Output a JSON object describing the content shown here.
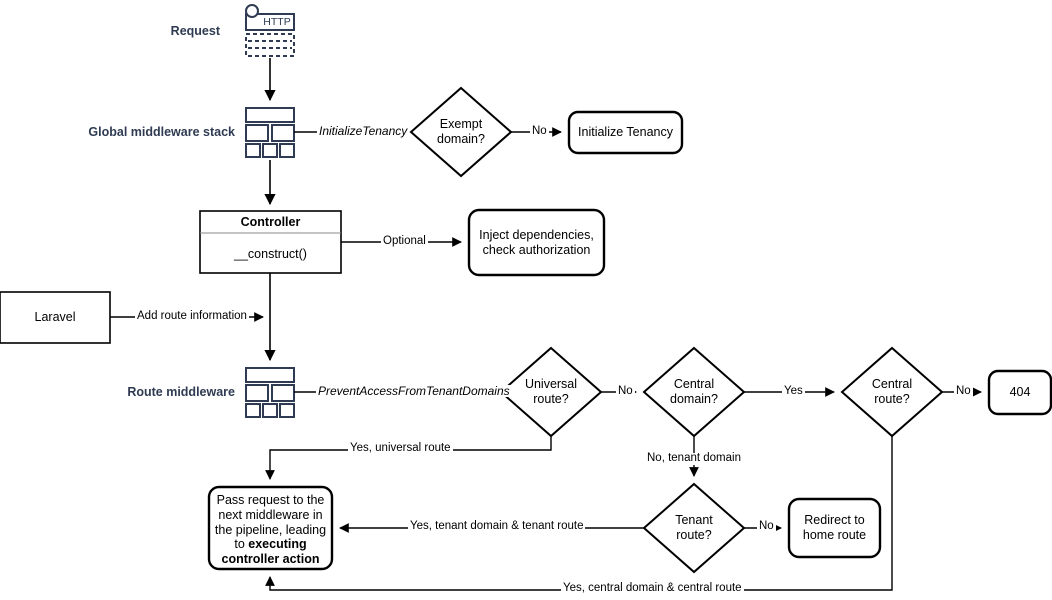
{
  "diagram": {
    "title": "Laravel multi-tenancy request lifecycle flowchart",
    "colors": {
      "stroke": "#000000",
      "lane_label": "#2F3B52",
      "icon_stroke": "#2F3B52",
      "background": "#FFFFFF"
    },
    "lane_labels": [
      {
        "id": "request",
        "text": "Request"
      },
      {
        "id": "global-middleware-stack",
        "text": "Global middleware stack"
      },
      {
        "id": "route-middleware",
        "text": "Route middleware"
      }
    ],
    "nodes": [
      {
        "id": "http-request-icon",
        "kind": "icon",
        "label": "HTTP"
      },
      {
        "id": "global-middleware-icon",
        "kind": "icon",
        "label": ""
      },
      {
        "id": "exempt-domain",
        "kind": "decision",
        "label": "Exempt\ndomain?"
      },
      {
        "id": "initialize-tenancy",
        "kind": "rounded",
        "label": "Initialize Tenancy"
      },
      {
        "id": "controller",
        "kind": "class",
        "title": "Controller",
        "label": "__construct()"
      },
      {
        "id": "inject-dependencies",
        "kind": "rounded",
        "label": "Inject dependencies,\ncheck authorization"
      },
      {
        "id": "laravel",
        "kind": "rect",
        "label": "Laravel"
      },
      {
        "id": "route-middleware-icon",
        "kind": "icon",
        "label": ""
      },
      {
        "id": "universal-route",
        "kind": "decision",
        "label": "Universal\nroute?"
      },
      {
        "id": "central-domain",
        "kind": "decision",
        "label": "Central\ndomain?"
      },
      {
        "id": "central-route",
        "kind": "decision",
        "label": "Central\nroute?"
      },
      {
        "id": "not-found",
        "kind": "rounded",
        "label": "404"
      },
      {
        "id": "tenant-route",
        "kind": "decision",
        "label": "Tenant\nroute?"
      },
      {
        "id": "redirect-home",
        "kind": "rounded",
        "label": "Redirect to\nhome route"
      },
      {
        "id": "pass-request",
        "kind": "rounded",
        "label_part_1": "Pass request to the next middleware in the pipeline, leading to ",
        "label_part_2": "executing controller action"
      }
    ],
    "edges": [
      {
        "id": "edge-request-to-global",
        "label": ""
      },
      {
        "id": "edge-global-to-exempt",
        "label": "InitializeTenancy",
        "style": "italic"
      },
      {
        "id": "edge-exempt-to-initialize",
        "label": "No"
      },
      {
        "id": "edge-global-to-controller",
        "label": ""
      },
      {
        "id": "edge-controller-to-inject",
        "label": "Optional"
      },
      {
        "id": "edge-laravel-to-route",
        "label": "Add route information"
      },
      {
        "id": "edge-controller-to-route-middleware",
        "label": ""
      },
      {
        "id": "edge-route-to-universal",
        "label": "PreventAccessFromTenantDomains",
        "style": "italic"
      },
      {
        "id": "edge-universal-to-central-domain",
        "label": "No"
      },
      {
        "id": "edge-central-domain-to-central-route",
        "label": "Yes"
      },
      {
        "id": "edge-central-route-to-404",
        "label": "No"
      },
      {
        "id": "edge-universal-to-pass",
        "label": "Yes, universal route"
      },
      {
        "id": "edge-central-domain-to-tenant",
        "label": "No, tenant domain"
      },
      {
        "id": "edge-tenant-to-pass",
        "label": "Yes, tenant domain & tenant route"
      },
      {
        "id": "edge-tenant-to-redirect",
        "label": "No"
      },
      {
        "id": "edge-central-route-to-pass",
        "label": "Yes, central domain & central route"
      }
    ]
  }
}
